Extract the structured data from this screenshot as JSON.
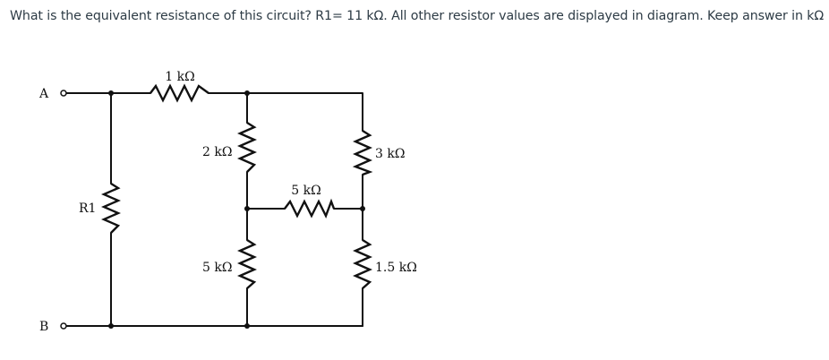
{
  "question": "What is the equivalent resistance of this circuit? R1= 11 kΩ. All other resistor values are displayed in diagram. Keep answer in kΩ",
  "terminals": {
    "a": "A",
    "b": "B"
  },
  "resistors": {
    "top": "1 kΩ",
    "left": "R1",
    "middle_upper": "2 kΩ",
    "middle_lower": "5 kΩ",
    "bridge": "5 kΩ",
    "right_upper": "3 kΩ",
    "right_lower": "1.5 kΩ"
  }
}
